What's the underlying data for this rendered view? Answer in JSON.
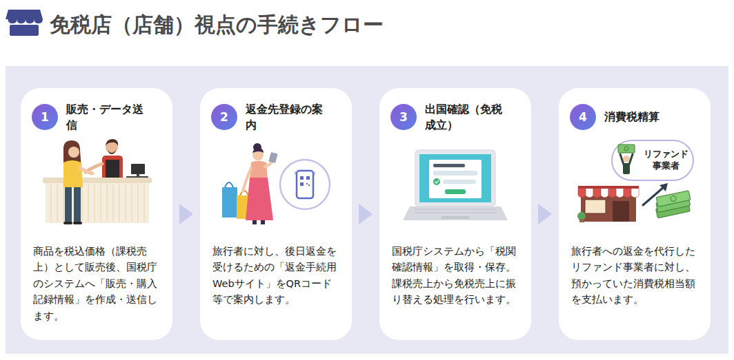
{
  "diagram": {
    "title": "免税店（店舗）視点の手続きフロー",
    "nodes": [
      {
        "text": [
          "販売・データ送信",
          "商品を税込価格（課税売上）として販売後、国税庁のシステムへ「販売・購入記録情報」を作成・送信します。"
        ]
      },
      {
        "text": [
          "1"
        ],
        "in": 0
      },
      {
        "text": [
          "返金先登録の案内",
          "旅行者に対し、後日返金を受けるための「返金手続用Webサイト」をQRコード等で案内します。"
        ]
      },
      {
        "text": [
          "2"
        ],
        "in": 2
      },
      {
        "text": [
          "出国確認（免税成立）",
          "国税庁システムから「税関確認情報」を取得・保存。課税売上から免税売上に振り替える処理を行います。"
        ]
      },
      {
        "text": [
          "3"
        ],
        "in": 4
      },
      {
        "text": [
          "消費税精算",
          "旅行者への返金を代行したリファンド事業者に対し、預かっていた消費税相当額を支払います。"
        ]
      },
      {
        "text": [
          "4"
        ],
        "in": 6
      },
      {
        "text": [
          "リファンド事業者"
        ],
        "in": 6
      }
    ],
    "edges": [
      {
        "from": 0,
        "to": 2,
        "arrow": "to"
      },
      {
        "from": 2,
        "to": 4,
        "arrow": "to"
      },
      {
        "from": 4,
        "to": 6,
        "arrow": "to"
      }
    ]
  }
}
